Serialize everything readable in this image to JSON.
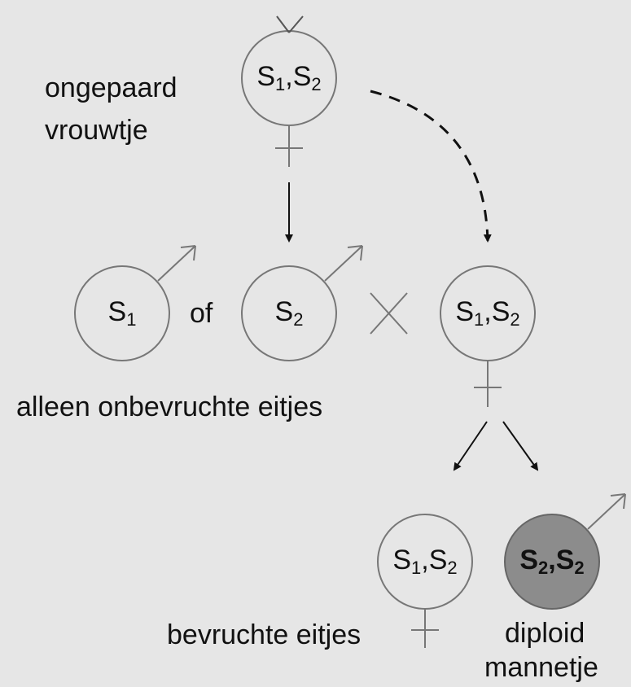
{
  "labels": {
    "unmated_female": [
      "ongepaard",
      "vrouwtje"
    ],
    "or": "of",
    "unfertilized": "alleen onbevruchte eitjes",
    "fertilized": "bevruchte eitjes",
    "diploid_male": [
      "diploid",
      "mannetje"
    ]
  },
  "genotypes": {
    "mother": {
      "a": "S",
      "a_sub": "1",
      "sep": ",",
      "b": "S",
      "b_sub": "2"
    },
    "son1": {
      "a": "S",
      "a_sub": "1"
    },
    "son2": {
      "a": "S",
      "a_sub": "2"
    },
    "daughter_parent": {
      "a": "S",
      "a_sub": "1",
      "sep": ",",
      "b": "S",
      "b_sub": "2"
    },
    "daughter": {
      "a": "S",
      "a_sub": "1",
      "sep": ",",
      "b": "S",
      "b_sub": "2"
    },
    "diploid_son": {
      "a": "S",
      "a_sub": "2",
      "sep": ",",
      "b": "S",
      "b_sub": "2"
    }
  },
  "colors": {
    "background": "#e6e6e6",
    "line": "#777777",
    "arrow": "#111111",
    "diploid_fill": "#8c8c8c"
  }
}
